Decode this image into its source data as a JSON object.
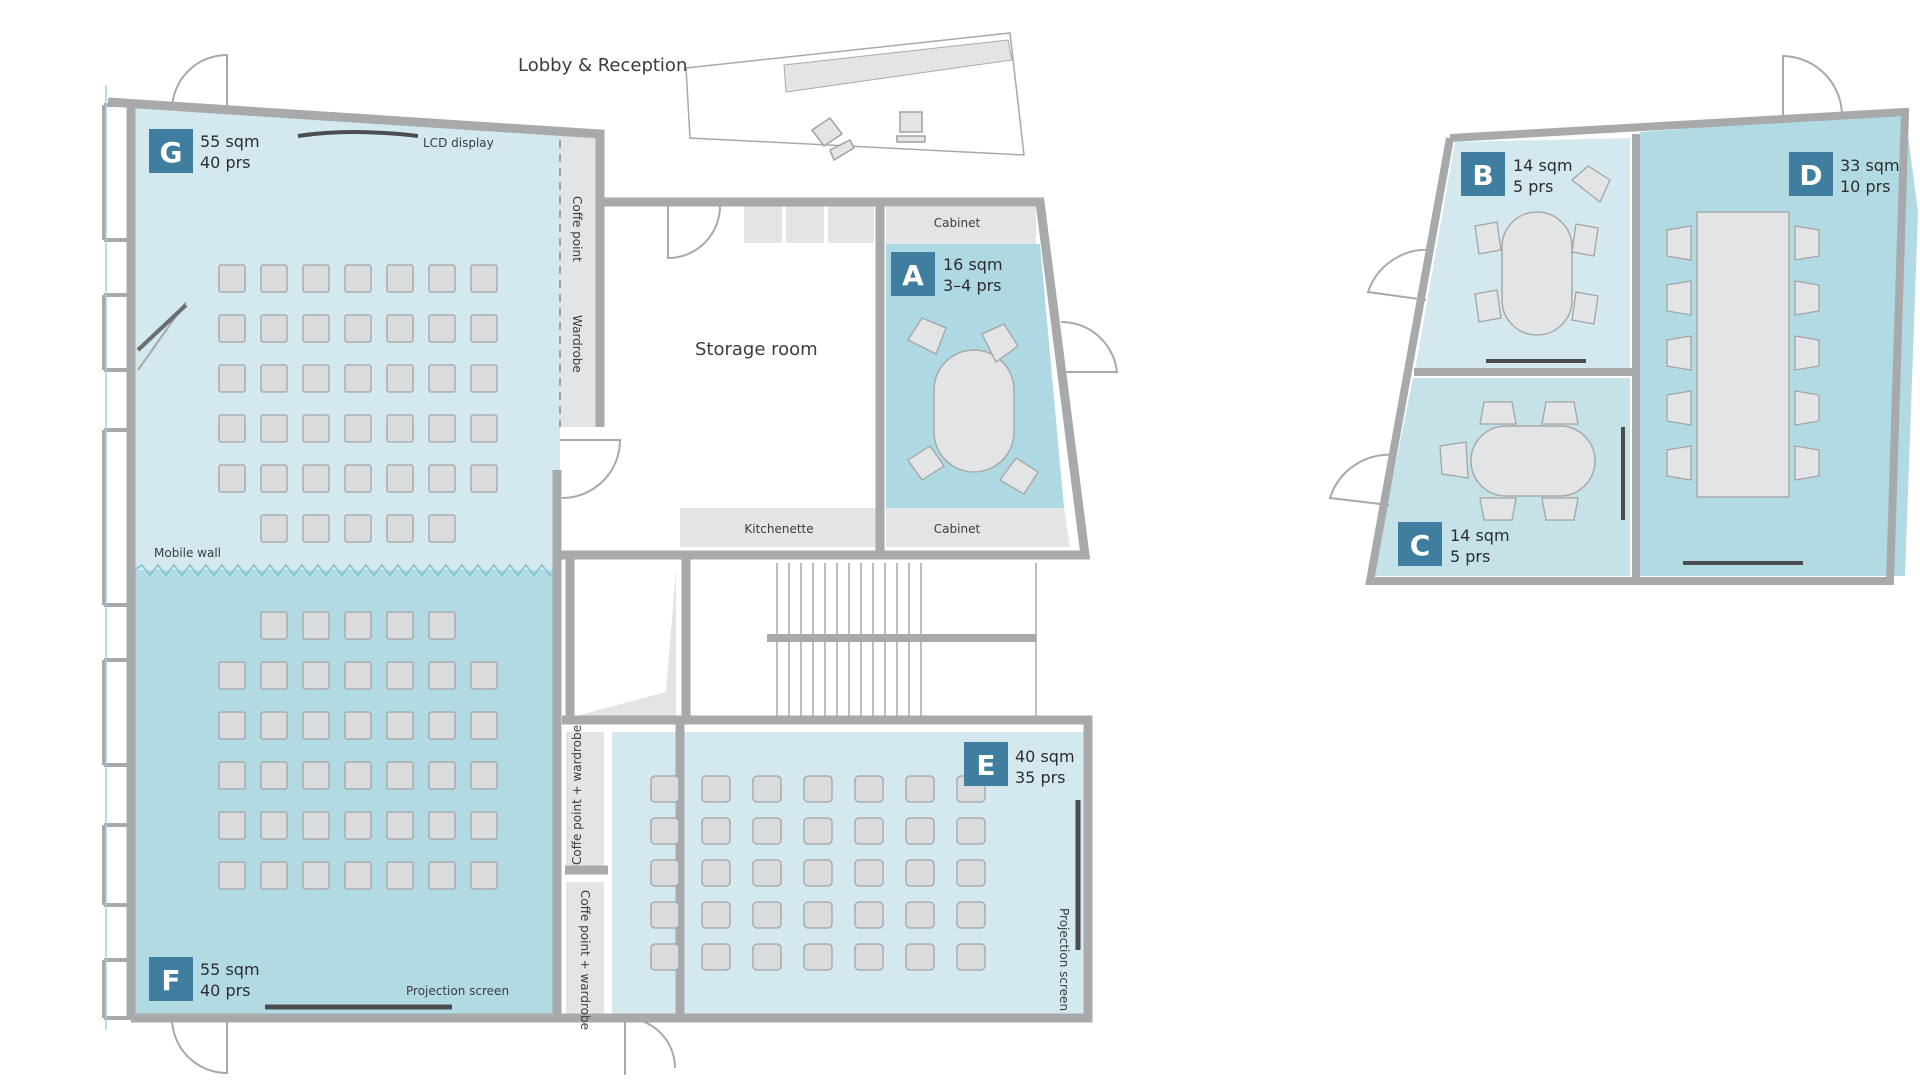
{
  "lobby": "Lobby & Reception",
  "storage": "Storage room",
  "labels": {
    "lcd": "LCD display",
    "coffe_point": "Coffe point",
    "wardrobe": "Wardrobe",
    "cabinet_top": "Cabinet",
    "cabinet_bottom": "Cabinet",
    "kitchenette": "Kitchenette",
    "mobile_wall": "Mobile wall",
    "projection_f": "Projection screen",
    "projection_e": "Projection screen",
    "coffe_wardrobe_1": "Coffe point + wardrobe",
    "coffe_wardrobe_2": "Coffe point + wardrobe"
  },
  "rooms": {
    "G": {
      "letter": "G",
      "area": "55 sqm",
      "capacity": "40 prs"
    },
    "F": {
      "letter": "F",
      "area": "55 sqm",
      "capacity": "40 prs"
    },
    "A": {
      "letter": "A",
      "area": "16 sqm",
      "capacity": "3–4 prs"
    },
    "E": {
      "letter": "E",
      "area": "40 sqm",
      "capacity": "35 prs"
    },
    "B": {
      "letter": "B",
      "area": "14 sqm",
      "capacity": "5 prs"
    },
    "C": {
      "letter": "C",
      "area": "14 sqm",
      "capacity": "5 prs"
    },
    "D": {
      "letter": "D",
      "area": "33 sqm",
      "capacity": "10 prs"
    }
  },
  "colors": {
    "wall": "#a7a9ab",
    "room_light": "#d4e9ef",
    "room_mid": "#b2dae2",
    "room_a": "#aed9e2",
    "badge": "#3f7e9f",
    "chair": "#d9dadb",
    "chair_stroke": "#9fa1a4",
    "fixture": "#e3e4e5"
  }
}
